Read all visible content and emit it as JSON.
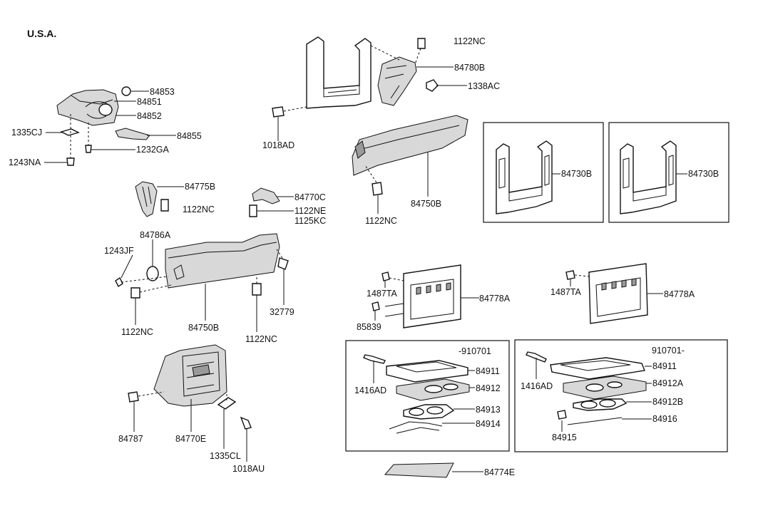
{
  "region": "U.S.A.",
  "labels": {
    "p84853": "84853",
    "p84851": "84851",
    "p84852": "84852",
    "p1335CJ": "1335CJ",
    "p84855": "84855",
    "p1232GA": "1232GA",
    "p1243NA": "1243NA",
    "p84775B": "84775B",
    "p1122NC_a": "1122NC",
    "p84770C": "84770C",
    "p1122NE": "1122NE",
    "p1125KC": "1125KC",
    "p84786A": "84786A",
    "p1243JF": "1243JF",
    "p1122NC_b": "1122NC",
    "p84750B_a": "84750B",
    "p1122NC_c": "1122NC",
    "p32779": "32779",
    "p84787": "84787",
    "p84770E": "84770E",
    "p1335CL": "1335CL",
    "p1018AU": "1018AU",
    "p1122NC_top": "1122NC",
    "p84780B": "84780B",
    "p1338AC": "1338AC",
    "p1018AD": "1018AD",
    "p84750B_b": "84750B",
    "p1122NC_d": "1122NC",
    "p84730B_a": "84730B",
    "p84730B_b": "84730B",
    "p1487TA_a": "1487TA",
    "p85839": "85839",
    "p84778A_a": "84778A",
    "p1487TA_b": "1487TA",
    "p84778A_b": "84778A",
    "range_left": "-910701",
    "range_right": "910701-",
    "p84911_a": "84911",
    "p84912": "84912",
    "p1416AD_a": "1416AD",
    "p84913": "84913",
    "p84914": "84914",
    "p84911_b": "84911",
    "p84912A": "84912A",
    "p1416AD_b": "1416AD",
    "p84912B": "84912B",
    "p84916": "84916",
    "p84915": "84915",
    "p84774E": "84774E"
  }
}
